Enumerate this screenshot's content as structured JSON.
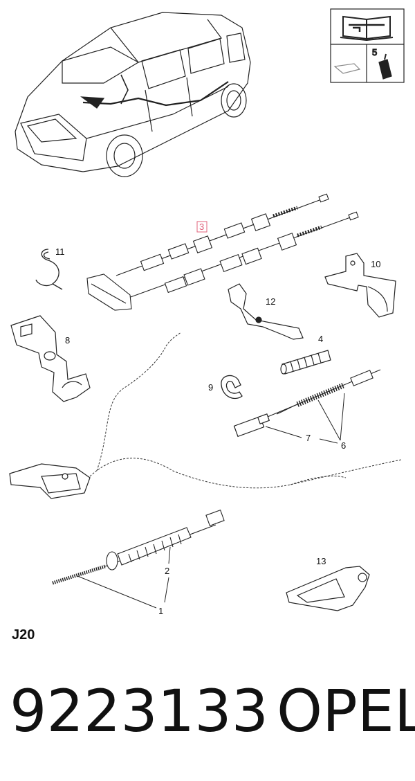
{
  "diagram": {
    "callouts": {
      "c1": "1",
      "c2": "2",
      "c3": "3",
      "c4": "4",
      "c5": "5",
      "c6": "6",
      "c7": "7",
      "c8": "8",
      "c9": "9",
      "c10": "10",
      "c11": "11",
      "c12": "12",
      "c13": "13"
    },
    "highlight_color": "#e0607a",
    "line_color": "#222222"
  },
  "manual_box": {
    "icons": [
      "repair-manual-icon",
      "lubricant-grease-icon"
    ]
  },
  "section_code": "J20",
  "footer": {
    "part_number": "9223133",
    "brand": "OPEL"
  }
}
